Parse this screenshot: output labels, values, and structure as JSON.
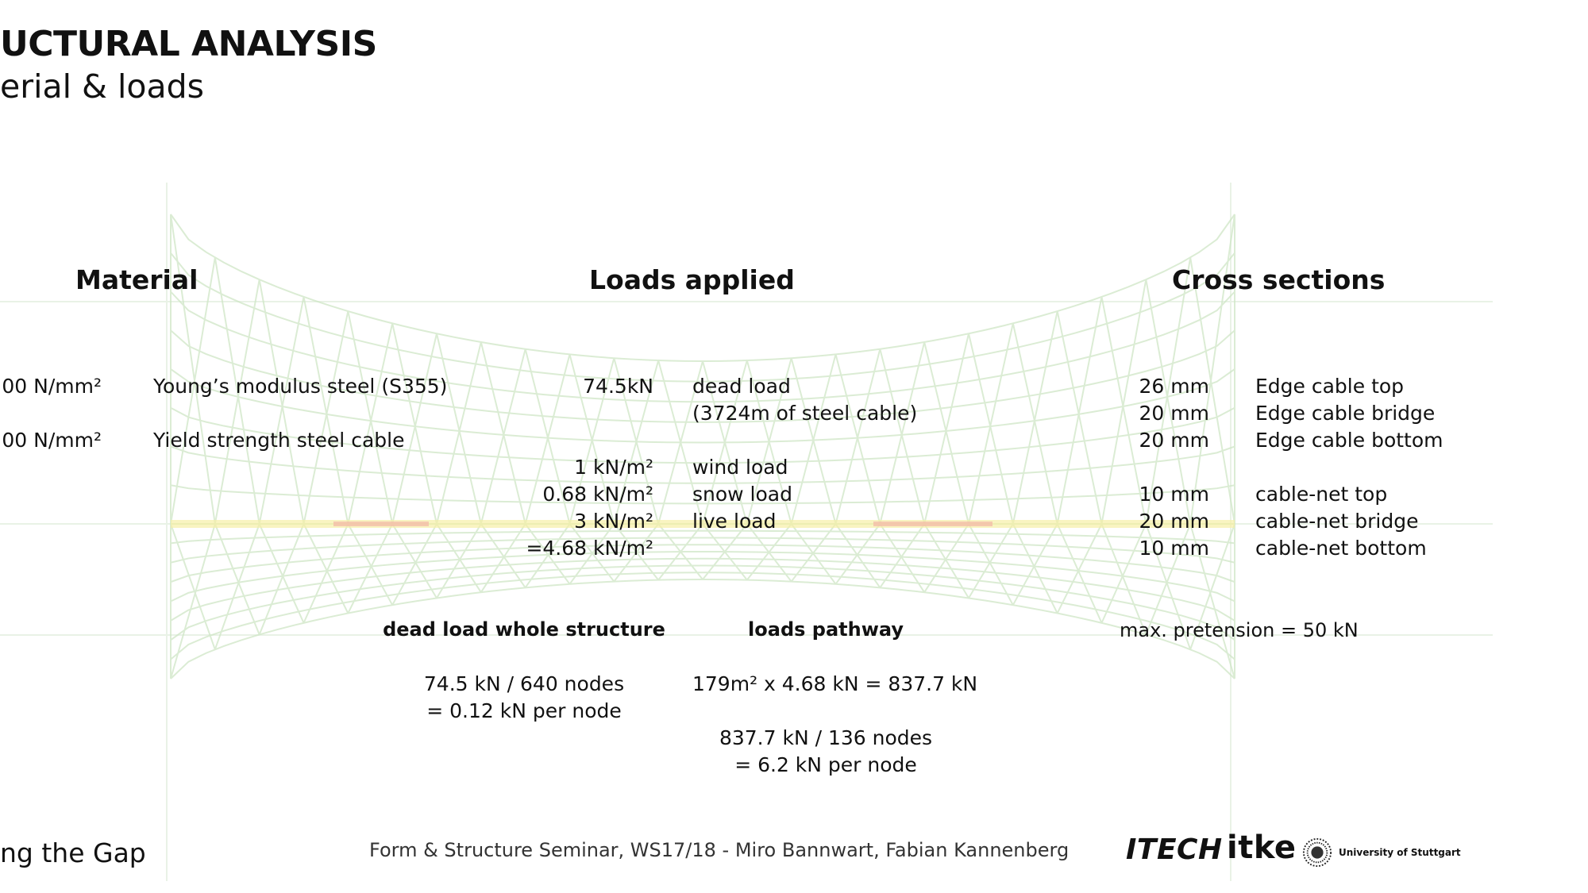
{
  "header": {
    "title": "UCTURAL ANALYSIS",
    "subtitle": "erial & loads"
  },
  "sections": {
    "material": "Material",
    "loads": "Loads applied",
    "cross": "Cross sections"
  },
  "material": {
    "rows": [
      {
        "value": "00 N/mm²",
        "label": "Young’s modulus steel (S355)"
      },
      {
        "value": "00 N/mm²",
        "label": "Yield strength steel cable"
      }
    ]
  },
  "loads": {
    "rows": [
      {
        "value": "74.5kN",
        "label": "dead load"
      },
      {
        "value": "",
        "label": "(3724m of steel cable)"
      },
      {
        "value": "1 kN/m²",
        "label": "wind load"
      },
      {
        "value": "0.68 kN/m²",
        "label": "snow load"
      },
      {
        "value": "3 kN/m²",
        "label": "live load"
      },
      {
        "value": "=4.68 kN/m²",
        "label": ""
      }
    ]
  },
  "cross": {
    "rows": [
      {
        "value": "26 mm",
        "label": "Edge cable top"
      },
      {
        "value": "20 mm",
        "label": "Edge cable bridge"
      },
      {
        "value": "20 mm",
        "label": "Edge cable bottom"
      },
      {
        "value": "10 mm",
        "label": "cable-net top"
      },
      {
        "value": "20 mm",
        "label": "cable-net bridge"
      },
      {
        "value": "10 mm",
        "label": "cable-net bottom"
      }
    ]
  },
  "calc": {
    "deadload_title": "dead load whole structure",
    "deadload_line1": "74.5 kN / 640 nodes",
    "deadload_line2": "= 0.12 kN per node",
    "pathway_title": "loads pathway",
    "pathway_line1": "179m² x 4.68 kN =  837.7 kN",
    "pathway_line2": "837.7 kN / 136 nodes",
    "pathway_line3": "= 6.2 kN per node",
    "pretension": "max. pretension = 50 kN"
  },
  "footer": {
    "left": "ng the Gap",
    "center": "Form & Structure Seminar, WS17/18 - Miro Bannwart, Fabian Kannenberg",
    "logo_itech": "ITECH",
    "logo_itke": "itke",
    "university": "University of Stuttgart"
  },
  "colors": {
    "net_line": "#cfe6c6",
    "net_hot": "#f3b6a6",
    "net_warm": "#f6f0a6"
  },
  "icons": {
    "university_seal": "university-seal-icon"
  }
}
